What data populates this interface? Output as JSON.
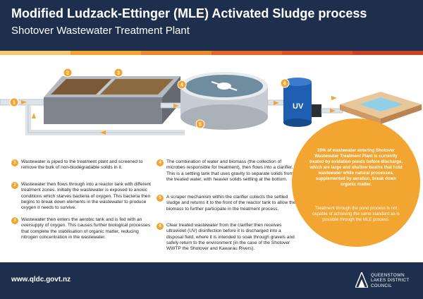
{
  "header": {
    "title": "Modified Ludzack-Ettinger (MLE) Activated Sludge process",
    "subtitle": "Shotover Wastewater Treatment Plant"
  },
  "colors": {
    "navy": "#1e2f4d",
    "orange": "#f2a531",
    "strip": [
      "#f7c873",
      "#f2a531",
      "#ec8a2a",
      "#e3672b",
      "#d95327",
      "#c94324"
    ]
  },
  "diagram": {
    "markers": [
      "1",
      "2",
      "3",
      "4",
      "5",
      "6"
    ],
    "uv_label": "UV"
  },
  "steps": [
    {
      "num": "1",
      "text": "Wastewater is piped to the treatment plant and screened to remove the bulk of non-biodegradable solids in it."
    },
    {
      "num": "2",
      "text": "Wastewater then flows through into a reactor tank with different treatment zones. Initially the wastewater is exposed to anoxic conditions which starves bacteria of oxygen. This bacteria then begins to break down elements in the wastewater to produce oxygen it needs to survive."
    },
    {
      "num": "3",
      "text": "Wastewater then enters the aerobic tank and is fed with an oversupply of oxygen. This causes further biological processes that complete the stabilisation of organic matter, reducing nitrogen concentration in the wastewater."
    },
    {
      "num": "4",
      "text": "The combination of water and biomass (the collection of microbes responsible for treatment), then flows into a clarifier. This is a settling tank that uses gravity to separate solids from the treated water, with heavier solids settling at the bottom."
    },
    {
      "num": "5",
      "text": "A scraper mechanism within the clarifier collects the settled sludge and returns it to the front of the reactor tank to allow the biomass to further participate in the treatment process."
    },
    {
      "num": "6",
      "text": "Clear treated wastewater from the clarifier then receives ultraviolet (UV) disinfection before it is discharged into a disposal field, where it is intended to soak through gravels and safely return to the environment (in the case of the Shotover WWTP the Shotover and Kawarau Rivers)."
    }
  ],
  "callout": {
    "bold": "20% of wastewater entering Shotover Wastewater Treatment Plant is currently treated by oxidation ponds before discharge, which are large and shallow basins that hold wastewater while natural processes, supplemented by aeration, break down organic matter.",
    "normal": "Treatment through the pond process is not capable of achieving the same standard as is possible through the MLE process."
  },
  "footer": {
    "url": "www.qldc.govt.nz",
    "logo_lines": [
      "QUEENSTOWN",
      "LAKES DISTRICT",
      "COUNCIL"
    ]
  }
}
